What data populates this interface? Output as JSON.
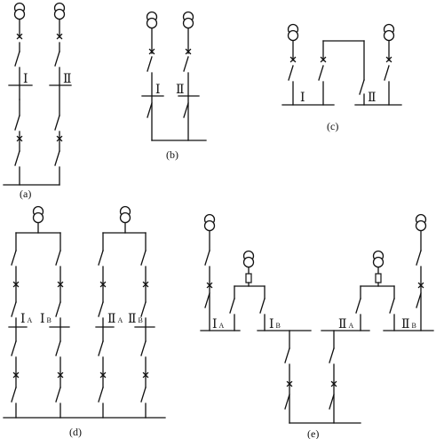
{
  "diagrams": [
    {
      "id": "a",
      "caption": "(a)",
      "bus_labels": [
        "Ⅰ",
        "Ⅱ"
      ]
    },
    {
      "id": "b",
      "caption": "(b)",
      "bus_labels": [
        "Ⅰ",
        "Ⅱ"
      ]
    },
    {
      "id": "c",
      "caption": "(c)",
      "bus_labels": [
        "Ⅰ",
        "Ⅱ"
      ]
    },
    {
      "id": "d",
      "caption": "(d)",
      "bus_labels": [
        {
          "main": "Ⅰ",
          "sub": "A"
        },
        {
          "main": "Ⅰ",
          "sub": "B"
        },
        {
          "main": "Ⅱ",
          "sub": "A"
        },
        {
          "main": "Ⅱ",
          "sub": "B"
        }
      ]
    },
    {
      "id": "e",
      "caption": "(e)",
      "bus_labels": [
        {
          "main": "Ⅰ",
          "sub": "A"
        },
        {
          "main": "Ⅰ",
          "sub": "B"
        },
        {
          "main": "Ⅱ",
          "sub": "A"
        },
        {
          "main": "Ⅱ",
          "sub": "B"
        }
      ]
    }
  ],
  "symbols": {
    "transformer": "transformer-icon",
    "switch": "switch-icon",
    "breaker_mark": "breaker-x-icon",
    "fuse": "fuse-icon"
  }
}
